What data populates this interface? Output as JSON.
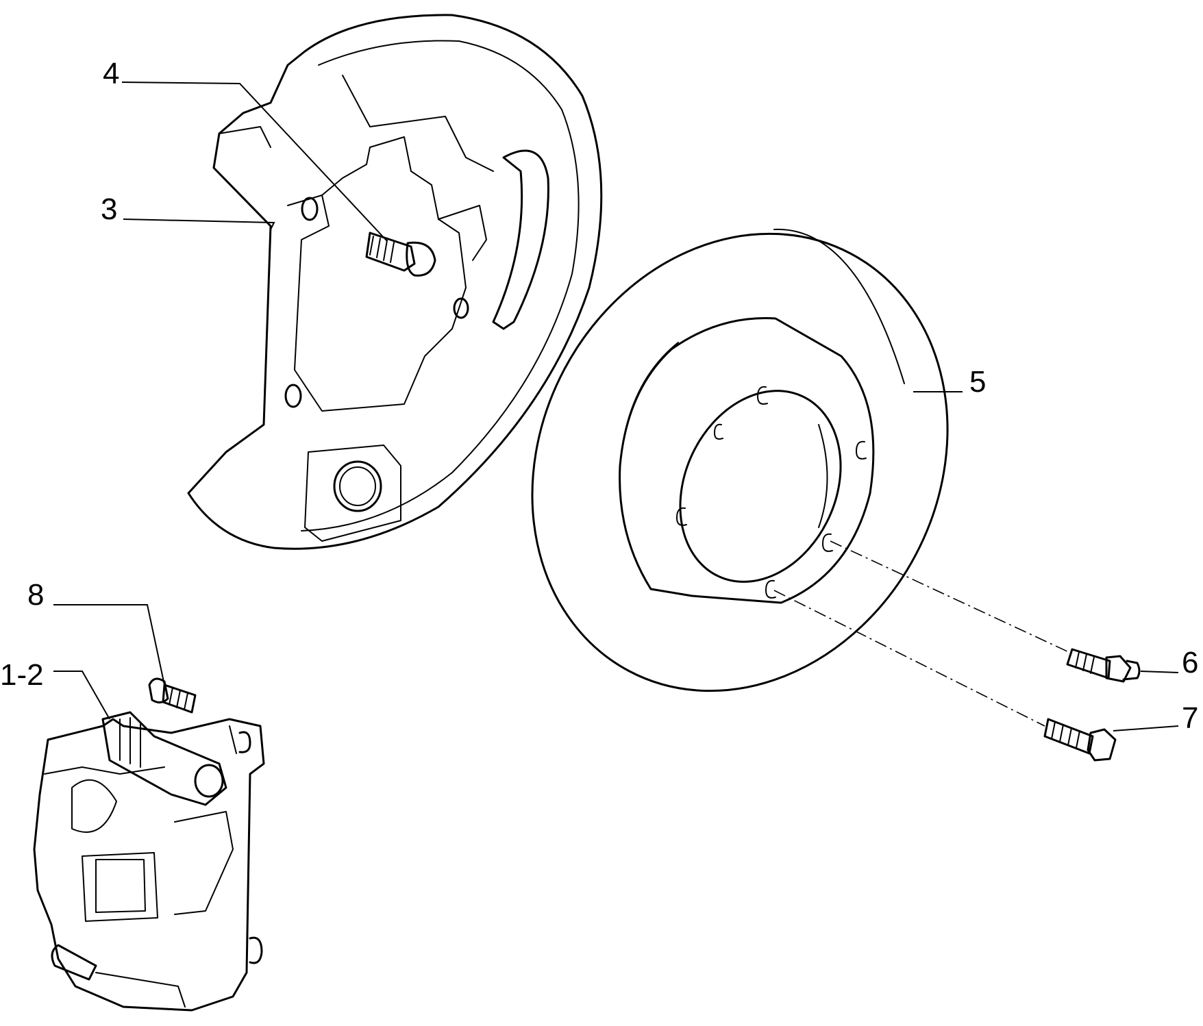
{
  "diagram": {
    "callouts": {
      "c1": "1-2",
      "c2": "3",
      "c3": "4",
      "c4": "5",
      "c5": "6",
      "c6": "7",
      "c7": "8"
    },
    "colors": {
      "ink": "#000000",
      "paper": "#ffffff"
    }
  }
}
